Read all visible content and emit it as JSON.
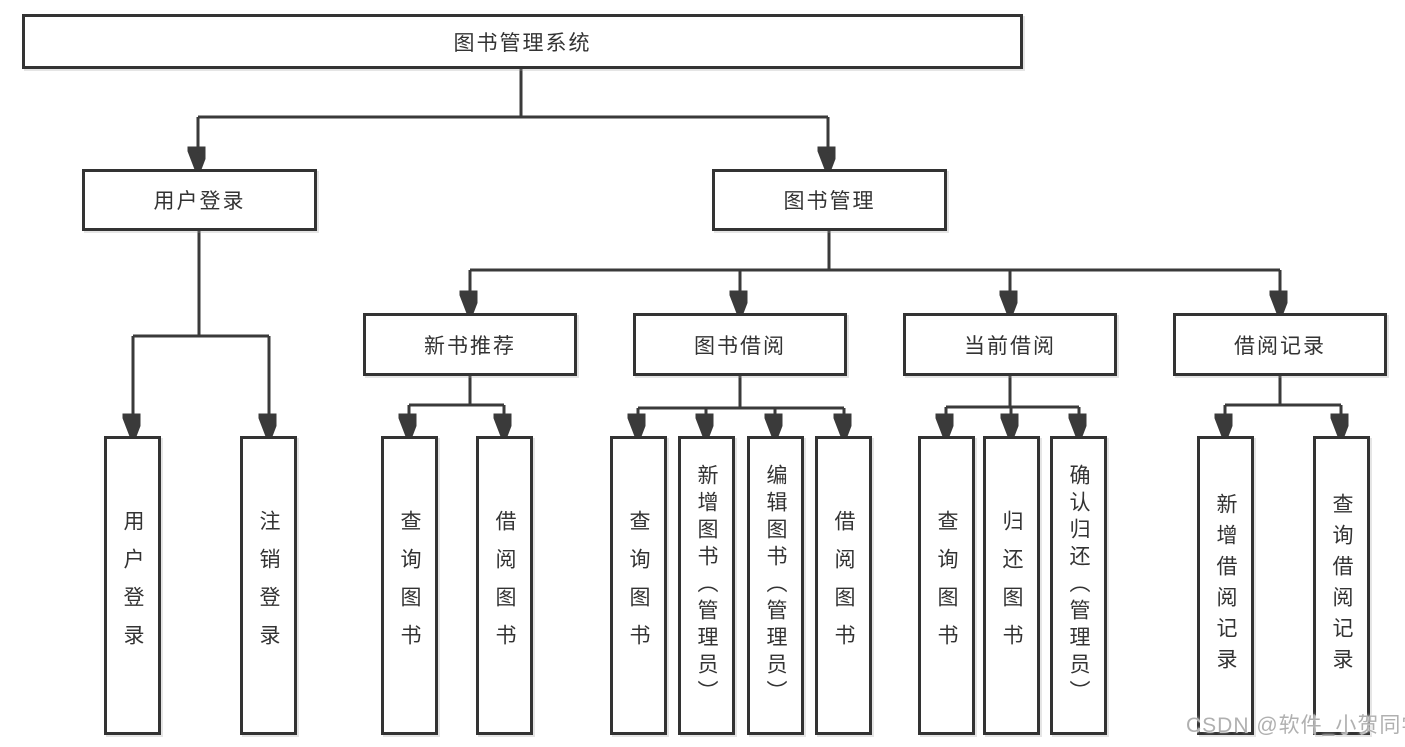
{
  "diagram": {
    "root": {
      "label": "图书管理系统"
    },
    "branches": [
      {
        "label": "用户登录",
        "children": [
          {
            "label": "用户登录"
          },
          {
            "label": "注销登录"
          }
        ]
      },
      {
        "label": "图书管理",
        "children": [
          {
            "label": "新书推荐",
            "children": [
              {
                "label": "查询图书"
              },
              {
                "label": "借阅图书"
              }
            ]
          },
          {
            "label": "图书借阅",
            "children": [
              {
                "label": "查询图书"
              },
              {
                "label": "新增图书（管理员）"
              },
              {
                "label": "编辑图书（管理员）"
              },
              {
                "label": "借阅图书"
              }
            ]
          },
          {
            "label": "当前借阅",
            "children": [
              {
                "label": "查询图书"
              },
              {
                "label": "归还图书"
              },
              {
                "label": "确认归还（管理员）"
              }
            ]
          },
          {
            "label": "借阅记录",
            "children": [
              {
                "label": "新增借阅记录"
              },
              {
                "label": "查询借阅记录"
              }
            ]
          }
        ]
      }
    ]
  },
  "watermark": {
    "text": "CSDN @软件_小贺同学"
  },
  "colors": {
    "line": "#3a3a3a",
    "box_border": "#333333",
    "box_fill": "#ffffff",
    "text": "#333333",
    "watermark": "#b0b0b0",
    "background": "#ffffff"
  }
}
